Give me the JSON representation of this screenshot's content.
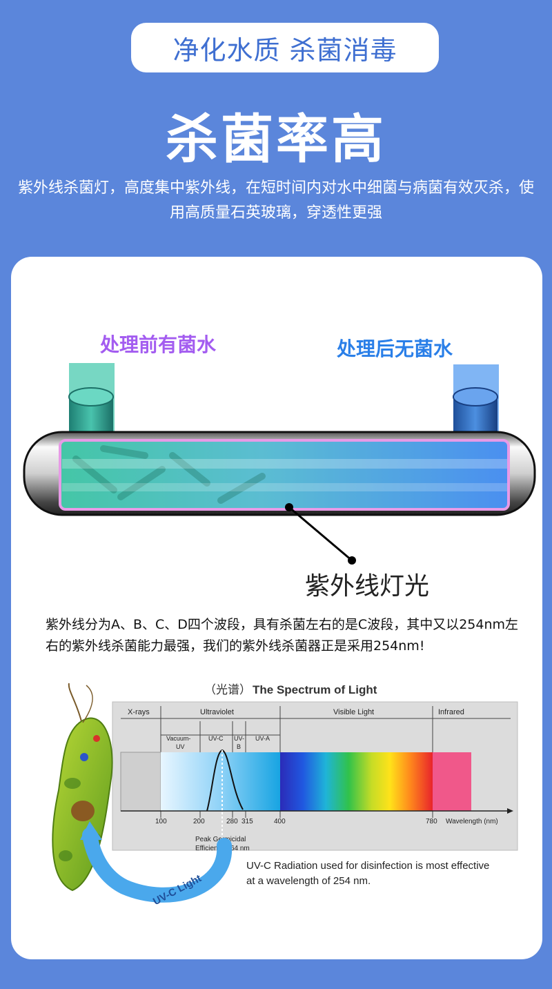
{
  "header": {
    "pill_text": "净化水质 杀菌消毒",
    "title": "杀菌率高",
    "description": "紫外线杀菌灯，高度集中紫外线，在短时间内对水中细菌与病菌有效灭杀，使用高质量石英玻璃，穿透性更强"
  },
  "diagram": {
    "label_before": "处理前有菌水",
    "label_after": "处理后无菌水",
    "label_uv": "紫外线灯光"
  },
  "paragraph": "紫外线分为A、B、C、D四个波段，具有杀菌左右的是C波段，其中又以254nm左右的紫外线杀菌能力最强，我们的紫外线杀菌器正是采用254nm!",
  "spectrum": {
    "title_cn": "（光谱）",
    "title_en": "The Spectrum of Light",
    "bands": {
      "xrays": "X-rays",
      "ultraviolet": "Ultraviolet",
      "visible": "Visible Light",
      "infrared": "Infrared",
      "vacuum_uv_1": "Vacuum-",
      "vacuum_uv_2": "UV",
      "uvc": "UV-C",
      "uvb_1": "UV-",
      "uvb_2": "B",
      "uva": "UV-A"
    },
    "ticks": [
      "100",
      "200",
      "280",
      "315",
      "400",
      "780"
    ],
    "axis_label": "Wavelength (nm)",
    "peak_1": "Peak Germicidal",
    "peak_2": "Efficiency 264 nm",
    "caption_1": "UV-C Radiation used for disinfection is most effective",
    "caption_2": "at a wavelength of 254 nm.",
    "arrow_label": "UV-C Light"
  },
  "colors": {
    "background": "#5b86db",
    "before_water": "#3dbfa8",
    "after_water": "#4f8fe8",
    "tube_border": "#e79ae6"
  }
}
